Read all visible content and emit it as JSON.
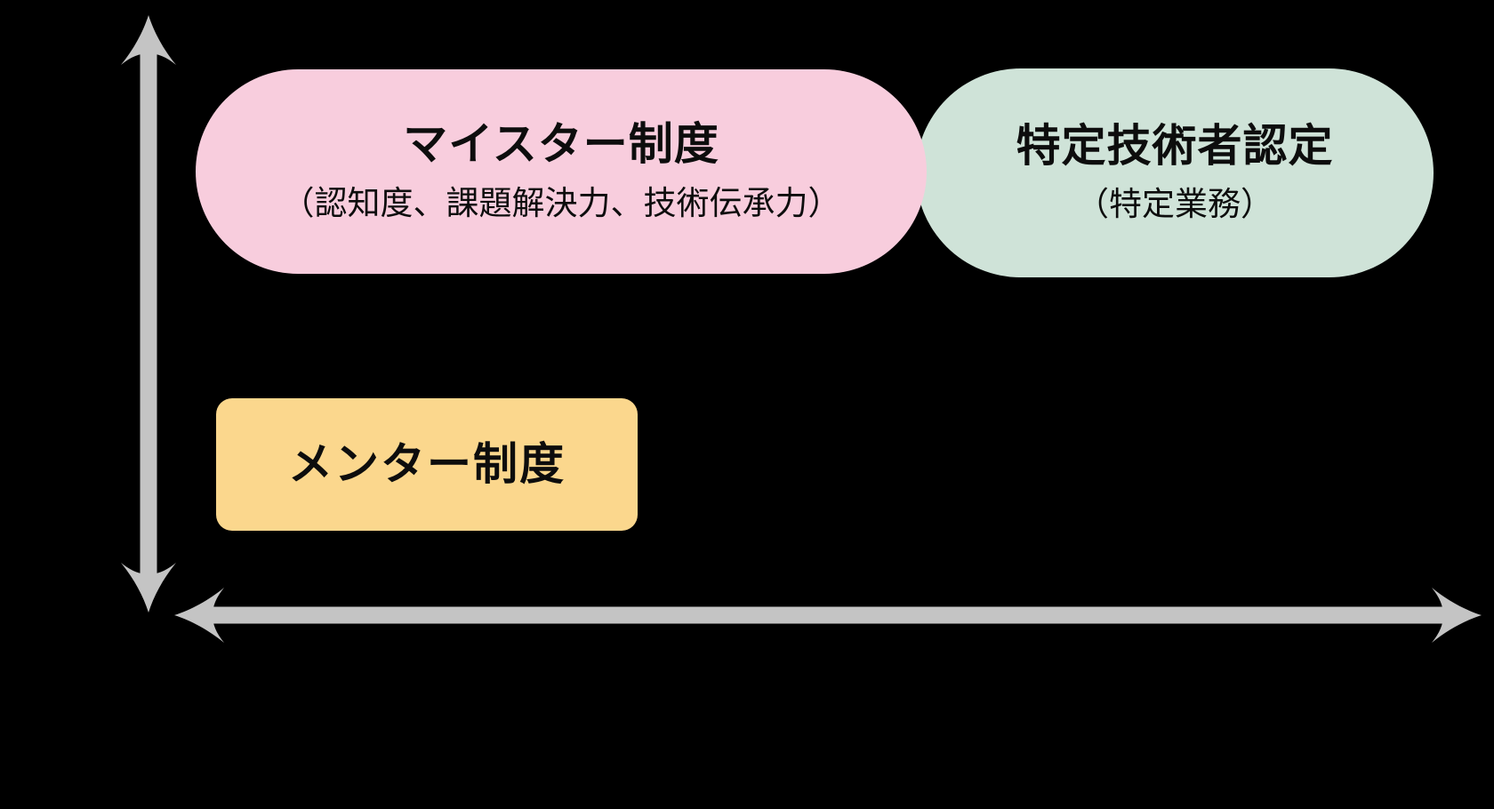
{
  "canvas": {
    "background": "#000000",
    "text_color": "#0D0D0D"
  },
  "axes": {
    "color": "#C4C4C4",
    "vertical_icon": "double-headed-arrow-vertical",
    "horizontal_icon": "double-headed-arrow-horizontal"
  },
  "nodes": [
    {
      "id": "meister-system",
      "title": "マイスター制度",
      "subtitle": "（認知度、課題解決力、技術伝承力）",
      "fill": "#F8CDDD"
    },
    {
      "id": "certified-specialist",
      "title": "特定技術者認定",
      "subtitle": "（特定業務）",
      "fill": "#CFE3D8"
    },
    {
      "id": "mentor-system",
      "title": "メンター制度",
      "fill": "#FBD78D"
    }
  ]
}
